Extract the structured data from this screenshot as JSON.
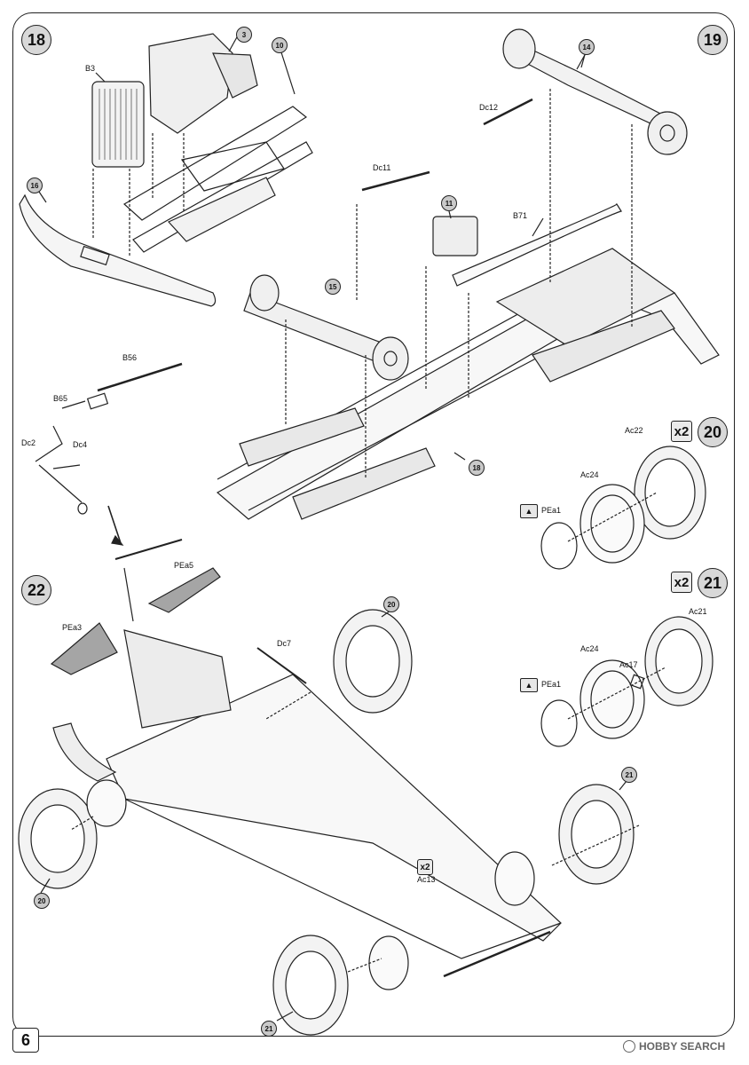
{
  "page_number": "6",
  "steps": {
    "s18": "18",
    "s19": "19",
    "s20": "20",
    "s21": "21",
    "s22": "22"
  },
  "multipliers": {
    "m20": "x2",
    "m21": "x2",
    "m_ac13": "x2"
  },
  "labels": {
    "b3": "B3",
    "c3": "3",
    "c10": "10",
    "c16": "16",
    "c14": "14",
    "dc12": "Dc12",
    "dc11": "Dc11",
    "c11": "11",
    "b71": "B71",
    "c15": "15",
    "c18": "18",
    "b56": "B56",
    "b65": "B65",
    "dc2": "Dc2",
    "dc4": "Dc4",
    "ac22": "Ac22",
    "ac24_a": "Ac24",
    "pea1_a": "PEa1",
    "ac21": "Ac21",
    "ac24_b": "Ac24",
    "ac17": "Ac17",
    "pea1_b": "PEa1",
    "pea5": "PEa5",
    "pea3": "PEa3",
    "dc7": "Dc7",
    "c20_a": "20",
    "c20_b": "20",
    "c21_a": "21",
    "c21_b": "21",
    "ac13": "Ac13"
  },
  "watermark": "HOBBY SEARCH",
  "colors": {
    "line": "#222222",
    "callout_fill": "#c9c9c9",
    "pe_fill": "#9a9a9a"
  }
}
